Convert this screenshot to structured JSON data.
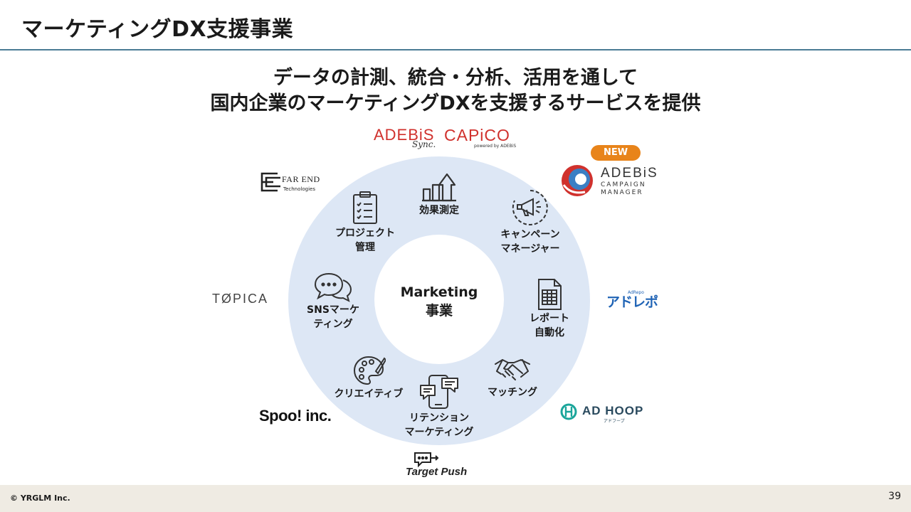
{
  "slide": {
    "title": "マーケティングDX支援事業",
    "headline_line1": "データの計測、統合・分析、活用を通して",
    "headline_line2": "国内企業のマーケティングDXを支援するサービスを提供"
  },
  "hub": {
    "line1": "Marketing",
    "line2": "事業"
  },
  "services": {
    "effect": {
      "label": "効果測定",
      "icon": "bar-chart-growth-icon"
    },
    "campaign": {
      "line1": "キャンペーン",
      "line2": "マネージャー",
      "icon": "megaphone-icon"
    },
    "report": {
      "line1": "レポート",
      "line2": "自動化",
      "icon": "spreadsheet-document-icon"
    },
    "matching": {
      "label": "マッチング",
      "icon": "handshake-icon"
    },
    "retention": {
      "line1": "リテンション",
      "line2": "マーケティング",
      "icon": "smartphone-chat-icon"
    },
    "creative": {
      "label": "クリエイティブ",
      "icon": "palette-icon"
    },
    "sns": {
      "line1": "SNSマーケ",
      "line2": "ティング",
      "icon": "chat-bubbles-icon"
    },
    "project": {
      "line1": "プロジェクト",
      "line2": "管理",
      "icon": "clipboard-checklist-icon"
    }
  },
  "logos": {
    "adebis_sync": {
      "main": "ADEBiS",
      "sub": "Sync."
    },
    "capico": {
      "main": "CAPiCO",
      "sub": "powered by ADEBiS"
    },
    "new_badge": "NEW",
    "campaign_manager": {
      "line1": "ADEBiS",
      "line2": "CAMPAIGN",
      "line3": "MANAGER"
    },
    "far_end": {
      "line1": "FAR END",
      "line2": "Technologies"
    },
    "topica": "TØPICA",
    "adrepo": {
      "top": "AdRepo",
      "main": "アドレポ"
    },
    "spool": "Spoo! inc.",
    "adhoop": {
      "main": "AD HOOP",
      "sub": "アドフープ"
    },
    "target_push": "Target Push"
  },
  "colors": {
    "ring": "#dde7f5",
    "title_rule": "#4a7c95",
    "footer": "#efebe3",
    "adebis_red": "#d0312d",
    "new_badge": "#e8841a",
    "adrepo_blue": "#1f63b5",
    "adhoop_teal": "#1aa59a"
  },
  "footer": {
    "copyright": "© YRGLM Inc.",
    "page_number": "39"
  }
}
